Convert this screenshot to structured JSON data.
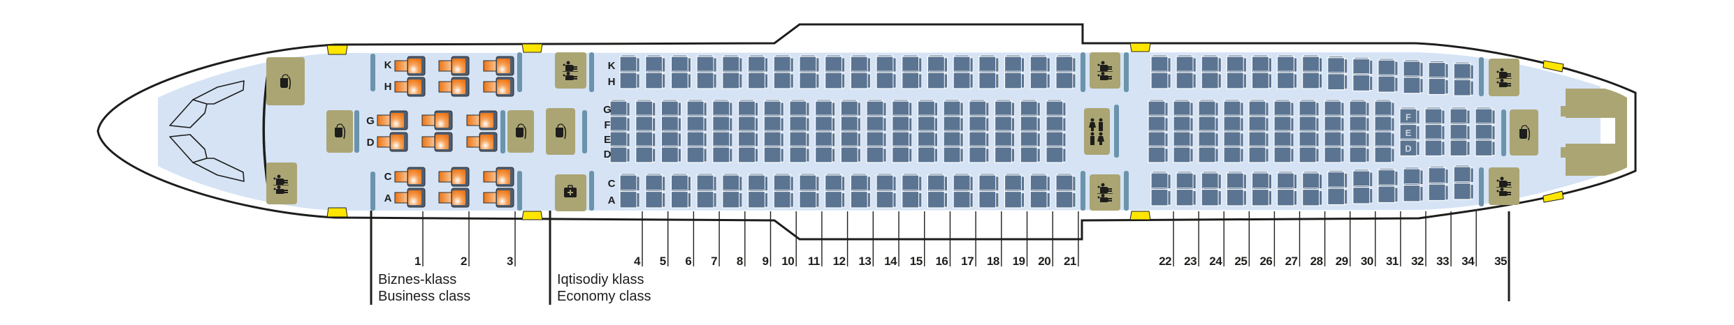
{
  "colors": {
    "cabin": "#d5e3f5",
    "seat_economy": "#5b7491",
    "seat_business": "#f08020",
    "galley": "#aba574",
    "bulkhead": "#6b93ac",
    "door": "#ffe600",
    "outline": "#1d1d1b"
  },
  "business": {
    "rows": [
      "1",
      "2",
      "3"
    ],
    "side_letters": {
      "top": [
        "K",
        "H"
      ],
      "bottom": [
        "C",
        "A"
      ]
    },
    "center_letters": [
      "G",
      "D"
    ],
    "label_uz": "Biznes-klass",
    "label_en": "Business class"
  },
  "economy": {
    "rows": [
      "4",
      "5",
      "6",
      "7",
      "8",
      "9",
      "10",
      "11",
      "12",
      "13",
      "14",
      "15",
      "16",
      "17",
      "18",
      "19",
      "20",
      "21",
      "22",
      "23",
      "24",
      "25",
      "26",
      "27",
      "28",
      "29",
      "30",
      "31",
      "32",
      "33",
      "34",
      "35"
    ],
    "letters": {
      "top": [
        "K",
        "H"
      ],
      "middle": [
        "G",
        "F",
        "E",
        "D"
      ],
      "bottom": [
        "C",
        "A"
      ]
    },
    "inline_letters": [
      "F",
      "E",
      "D"
    ],
    "label_uz": "Iqtisodiy klass",
    "label_en": "Economy class"
  },
  "facilities": {
    "galley_icon": "coffee-cup-icon",
    "lavatory_icon": "lavatory-icon",
    "medical_icon": "first-aid-kit-icon",
    "exit_icon": "emergency-exit-door"
  }
}
